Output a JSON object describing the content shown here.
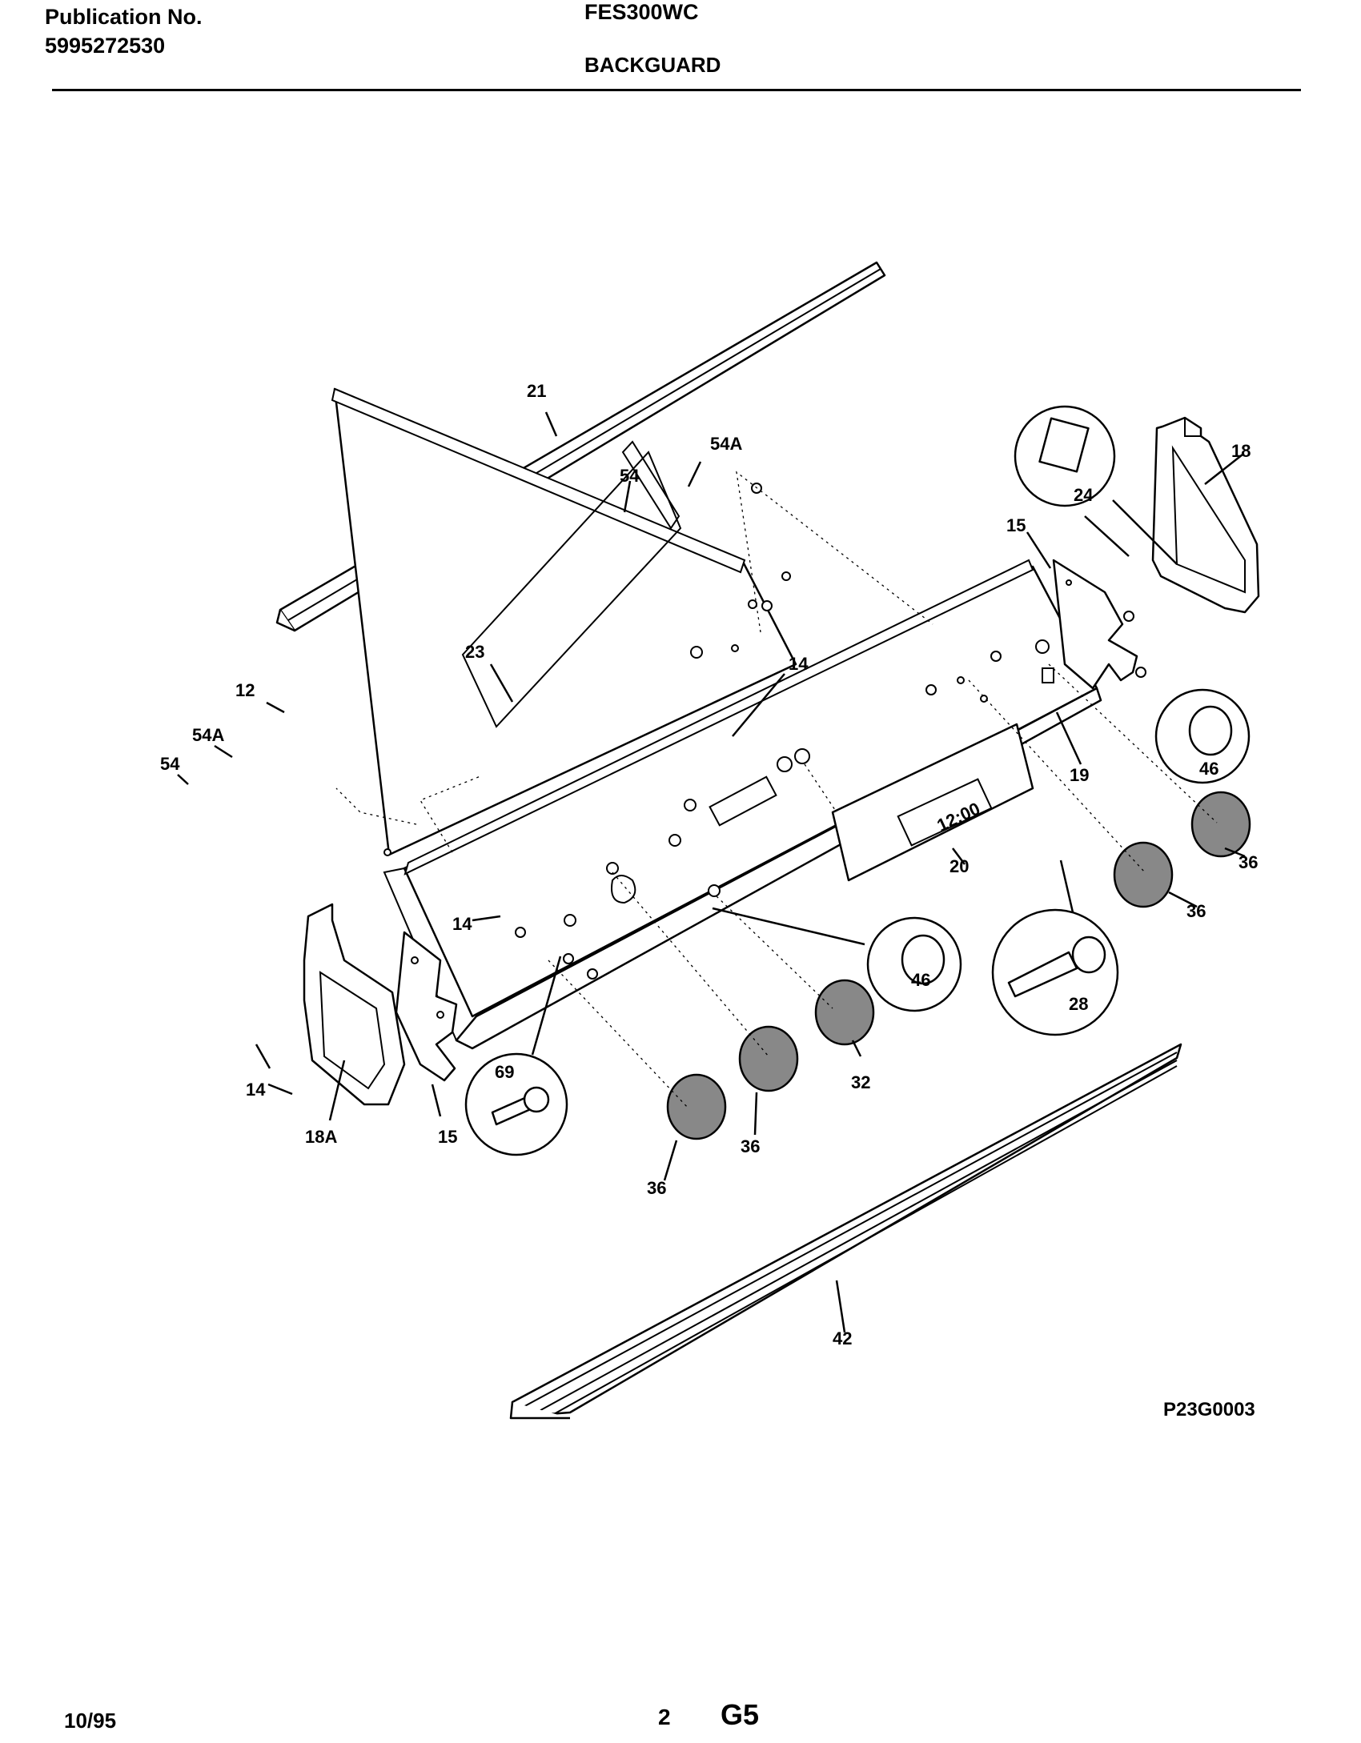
{
  "header": {
    "publication_label": "Publication No.",
    "publication_number": "5995272530",
    "model": "FES300WC",
    "section_title": "BACKGUARD"
  },
  "diagram": {
    "drawing_id": "P23G0003",
    "clock_display": "12:00",
    "callouts": {
      "c21": "21",
      "c54a_top": "54A",
      "c54_top": "54",
      "c24": "24",
      "c18": "18",
      "c15_right": "15",
      "c23": "23",
      "c14_top": "14",
      "c12": "12",
      "c54a_left": "54A",
      "c54_left": "54",
      "c46_right": "46",
      "c19": "19",
      "c14_mid": "14",
      "c36_far": "36",
      "c36_mid": "36",
      "c20": "20",
      "c46_center": "46",
      "c28": "28",
      "c32": "32",
      "c36_b1": "36",
      "c36_b2": "36",
      "c69": "69",
      "c14_bottom": "14",
      "c18a": "18A",
      "c15_bottom": "15",
      "c42": "42"
    }
  },
  "footer": {
    "date": "10/95",
    "page": "2",
    "code": "G5"
  }
}
